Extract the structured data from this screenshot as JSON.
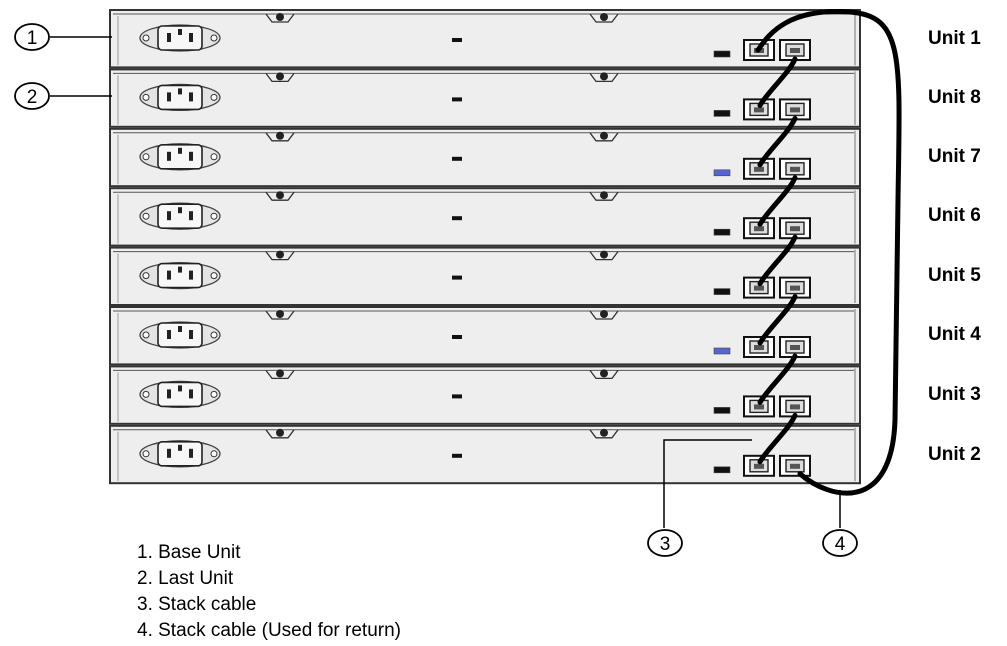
{
  "units": [
    {
      "label": "Unit 1"
    },
    {
      "label": "Unit 8"
    },
    {
      "label": "Unit 7"
    },
    {
      "label": "Unit 6"
    },
    {
      "label": "Unit 5"
    },
    {
      "label": "Unit 4"
    },
    {
      "label": "Unit 3"
    },
    {
      "label": "Unit 2"
    }
  ],
  "callouts": [
    "1",
    "2",
    "3",
    "4"
  ],
  "legend": [
    "1. Base Unit",
    "2. Last Unit",
    "3. Stack cable",
    "4. Stack cable (Used for return)"
  ],
  "colors": {
    "panel_fill": "#eeeeee",
    "panel_stroke": "#333333",
    "cable": "#000000"
  },
  "icons": {
    "power": "power-socket-icon",
    "port": "stack-port-icon",
    "screw": "mount-screw-icon"
  }
}
